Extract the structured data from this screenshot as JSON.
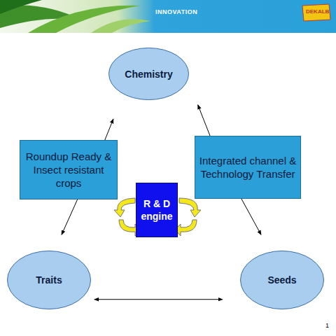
{
  "diagram": {
    "nodes": [
      {
        "text": [
          "Chemistry"
        ]
      },
      {
        "text": [
          "Roundup Ready & Insect resistant crops"
        ]
      },
      {
        "text": [
          "R & D engine"
        ]
      },
      {
        "text": [
          "Integrated channel & Technology Transfer"
        ]
      },
      {
        "text": [
          "Traits"
        ]
      },
      {
        "text": [
          "Seeds"
        ]
      }
    ],
    "edges": [
      {
        "from": 1,
        "to": 0,
        "arrow": "to"
      },
      {
        "from": 1,
        "to": 4,
        "arrow": "to"
      },
      {
        "from": 3,
        "to": 0,
        "arrow": "to"
      },
      {
        "from": 3,
        "to": 5,
        "arrow": "to"
      },
      {
        "from": 4,
        "to": 5,
        "arrow": "both"
      }
    ],
    "labels": [
      "INNOVATION",
      "DEKALB",
      "1"
    ]
  }
}
